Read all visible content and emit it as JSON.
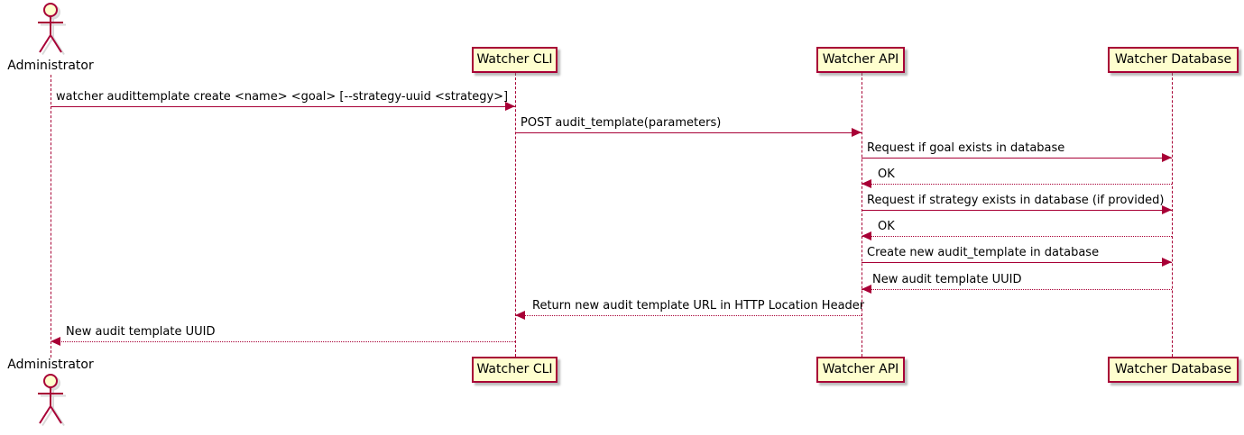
{
  "diagram_type": "uml-sequence",
  "colors": {
    "line": "#A80036",
    "box_fill": "#FEFECE",
    "box_border": "#A80036",
    "text": "#000000",
    "background": "#FFFFFF"
  },
  "actor": {
    "name": "Administrator"
  },
  "participants": [
    {
      "label": "Watcher CLI"
    },
    {
      "label": "Watcher API"
    },
    {
      "label": "Watcher Database"
    }
  ],
  "messages": [
    {
      "from": "Administrator",
      "to": "Watcher CLI",
      "text": "watcher audittemplate create <name> <goal> [--strategy-uuid <strategy>]",
      "style": "solid"
    },
    {
      "from": "Watcher CLI",
      "to": "Watcher API",
      "text": "POST audit_template(parameters)",
      "style": "solid"
    },
    {
      "from": "Watcher API",
      "to": "Watcher Database",
      "text": "Request if goal exists in database",
      "style": "solid"
    },
    {
      "from": "Watcher Database",
      "to": "Watcher API",
      "text": "OK",
      "style": "dotted"
    },
    {
      "from": "Watcher API",
      "to": "Watcher Database",
      "text": "Request if strategy exists in database (if provided)",
      "style": "solid"
    },
    {
      "from": "Watcher Database",
      "to": "Watcher API",
      "text": "OK",
      "style": "dotted"
    },
    {
      "from": "Watcher API",
      "to": "Watcher Database",
      "text": "Create new audit_template in database",
      "style": "solid"
    },
    {
      "from": "Watcher Database",
      "to": "Watcher API",
      "text": "New audit template UUID",
      "style": "dotted"
    },
    {
      "from": "Watcher API",
      "to": "Watcher CLI",
      "text": "Return new audit template URL in HTTP Location Header",
      "style": "dotted"
    },
    {
      "from": "Watcher CLI",
      "to": "Administrator",
      "text": "New audit template UUID",
      "style": "dotted"
    }
  ]
}
